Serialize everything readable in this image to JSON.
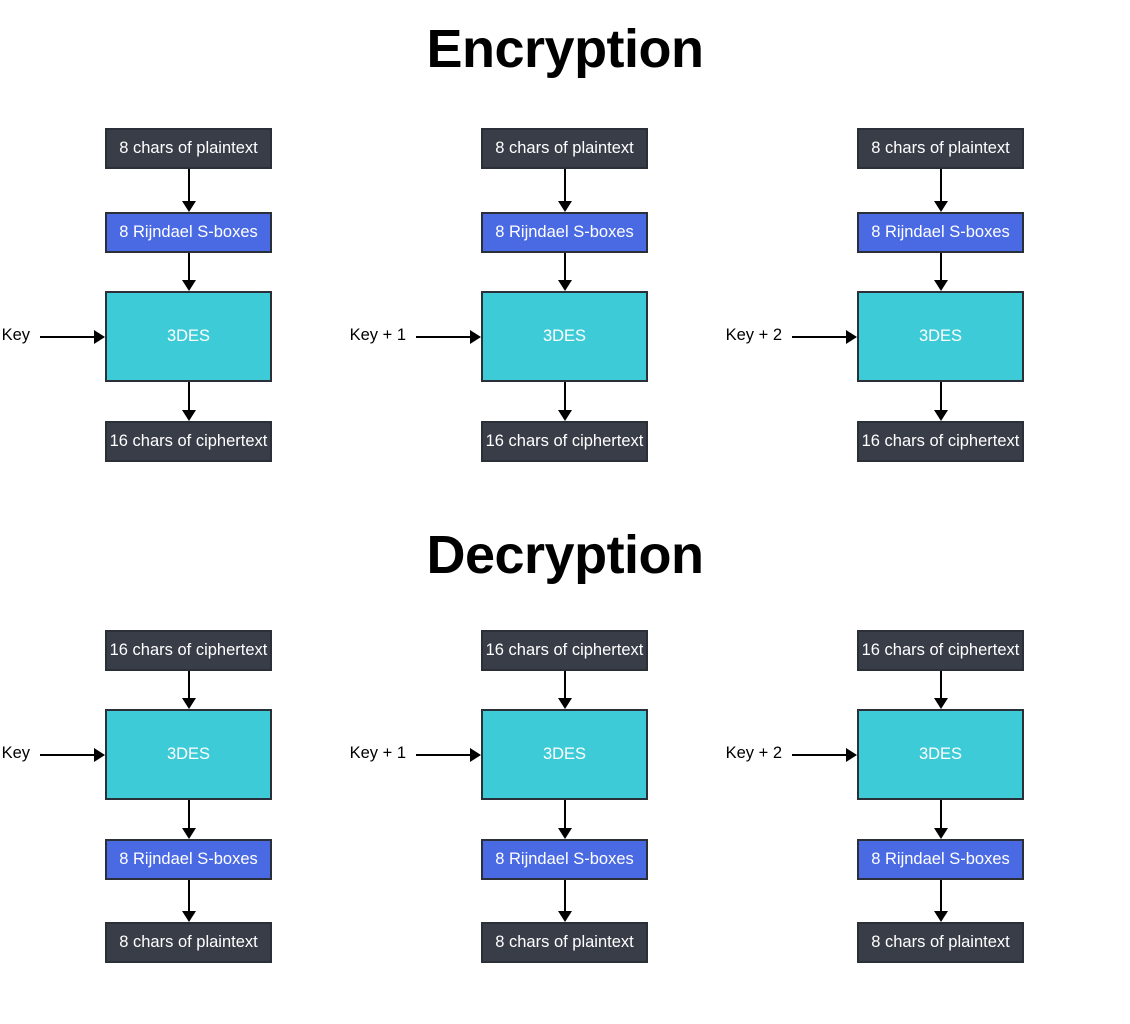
{
  "diagram": {
    "background": "#ffffff",
    "colors": {
      "dark_box": "#383d48",
      "blue_box": "#4a6ae4",
      "cyan_box": "#3ecbd8",
      "border": "#2b3038",
      "arrow": "#000000",
      "box_text": "#ffffff",
      "title_text": "#000000"
    }
  },
  "sections": [
    {
      "id": "encryption",
      "title": "Encryption",
      "columns": [
        {
          "key_label": "Key",
          "nodes": [
            {
              "label": "8 chars of plaintext",
              "style": "dark"
            },
            {
              "label": "8 Rijndael S-boxes",
              "style": "blue"
            },
            {
              "label": "3DES",
              "style": "cyan"
            },
            {
              "label": "16 chars of ciphertext",
              "style": "dark"
            }
          ]
        },
        {
          "key_label": "Key + 1",
          "nodes": [
            {
              "label": "8 chars of plaintext",
              "style": "dark"
            },
            {
              "label": "8 Rijndael S-boxes",
              "style": "blue"
            },
            {
              "label": "3DES",
              "style": "cyan"
            },
            {
              "label": "16 chars of ciphertext",
              "style": "dark"
            }
          ]
        },
        {
          "key_label": "Key + 2",
          "nodes": [
            {
              "label": "8 chars of plaintext",
              "style": "dark"
            },
            {
              "label": "8 Rijndael S-boxes",
              "style": "blue"
            },
            {
              "label": "3DES",
              "style": "cyan"
            },
            {
              "label": "16 chars of ciphertext",
              "style": "dark"
            }
          ]
        }
      ]
    },
    {
      "id": "decryption",
      "title": "Decryption",
      "columns": [
        {
          "key_label": "Key",
          "nodes": [
            {
              "label": "16 chars of ciphertext",
              "style": "dark"
            },
            {
              "label": "3DES",
              "style": "cyan"
            },
            {
              "label": "8 Rijndael S-boxes",
              "style": "blue"
            },
            {
              "label": "8 chars of plaintext",
              "style": "dark"
            }
          ]
        },
        {
          "key_label": "Key + 1",
          "nodes": [
            {
              "label": "16 chars of ciphertext",
              "style": "dark"
            },
            {
              "label": "3DES",
              "style": "cyan"
            },
            {
              "label": "8 Rijndael S-boxes",
              "style": "blue"
            },
            {
              "label": "8 chars of plaintext",
              "style": "dark"
            }
          ]
        },
        {
          "key_label": "Key + 2",
          "nodes": [
            {
              "label": "16 chars of ciphertext",
              "style": "dark"
            },
            {
              "label": "3DES",
              "style": "cyan"
            },
            {
              "label": "8 Rijndael S-boxes",
              "style": "blue"
            },
            {
              "label": "8 chars of plaintext",
              "style": "dark"
            }
          ]
        }
      ]
    }
  ]
}
